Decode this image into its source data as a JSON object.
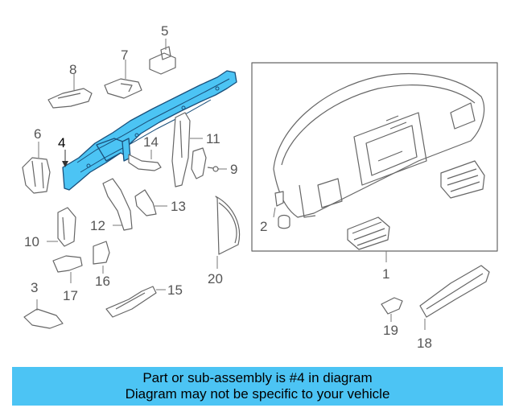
{
  "diagram": {
    "highlight_color": "#4cc4f4",
    "highlight_outline_color": "#1a4f7a",
    "highlighted_part": "4",
    "callouts": {
      "c1": "1",
      "c2": "2",
      "c3": "3",
      "c4": "4",
      "c5": "5",
      "c6": "6",
      "c7": "7",
      "c8": "8",
      "c9": "9",
      "c10": "10",
      "c11": "11",
      "c12": "12",
      "c13": "13",
      "c14": "14",
      "c15": "15",
      "c16": "16",
      "c17": "17",
      "c18": "18",
      "c19": "19",
      "c20": "20"
    }
  },
  "banner": {
    "line1": "Part or sub-assembly is #4 in diagram",
    "line2": "Diagram may not be specific to your vehicle",
    "background": "#4cc4f4"
  }
}
